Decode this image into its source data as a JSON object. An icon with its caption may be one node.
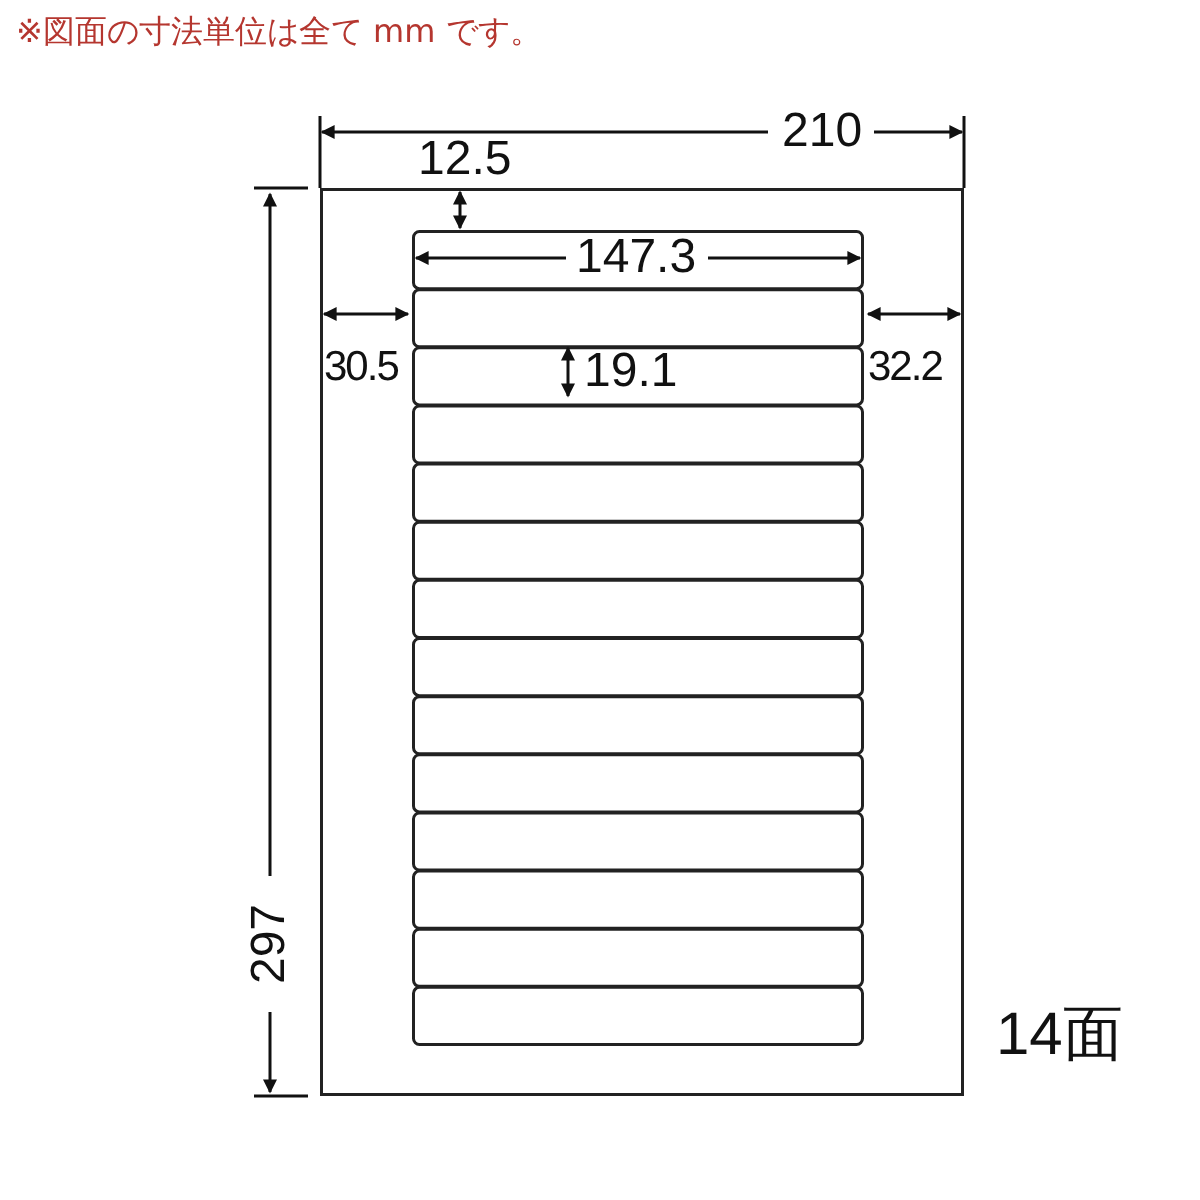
{
  "diagram": {
    "labels": [
      "※図面の寸法単位は全て mm です。",
      "210",
      "12.5",
      "147.3",
      "30.5",
      "32.2",
      "19.1",
      "297",
      "14面"
    ]
  }
}
